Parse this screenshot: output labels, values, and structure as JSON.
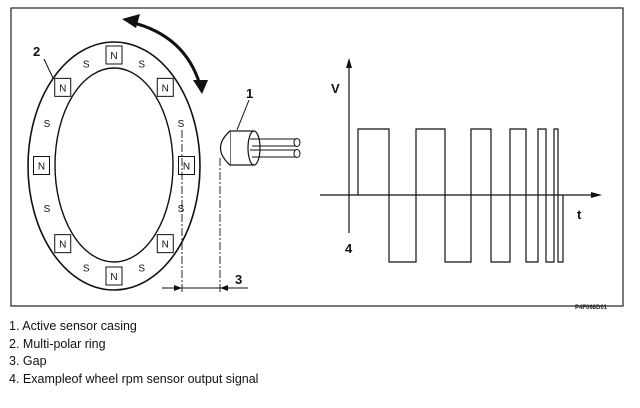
{
  "figure": {
    "code": "P4F068D01",
    "callouts": {
      "sensor": "1",
      "ring": "2",
      "gap": "3",
      "signal": "4"
    },
    "axis": {
      "y": "V",
      "x": "t"
    },
    "pole_north": "N",
    "pole_south": "S"
  },
  "legend": [
    {
      "num": "1.",
      "text": "Active sensor casing"
    },
    {
      "num": "2.",
      "text": "Multi-polar ring"
    },
    {
      "num": "3.",
      "text": "Gap"
    },
    {
      "num": "4.",
      "text": "Exampleof wheel rpm sensor output signal"
    }
  ]
}
